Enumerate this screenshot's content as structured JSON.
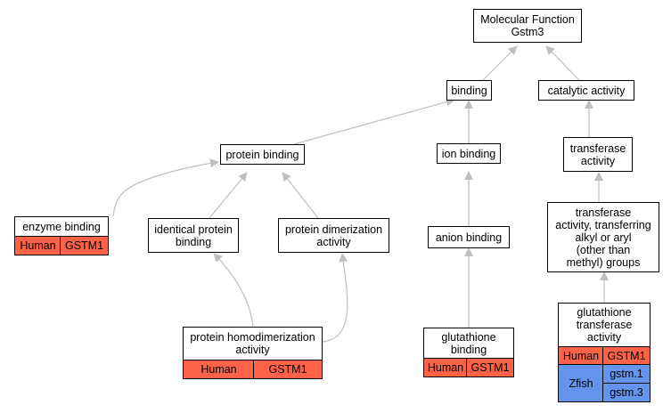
{
  "colors": {
    "edge": "#bfbfbf",
    "human": "#ff6347",
    "zfish": "#6495ed",
    "node_border": "#000000"
  },
  "nodes": {
    "root": "Molecular Function\nGstm3",
    "binding": "binding",
    "catalytic": "catalytic activity",
    "protein_binding": "protein binding",
    "ion_binding": "ion binding",
    "transferase": "transferase\nactivity",
    "transferase_alkyl": "transferase\nactivity, transferring\nalkyl or aryl\n(other than\nmethyl) groups",
    "enzyme_binding": "enzyme binding",
    "identical_protein_binding": "identical protein\nbinding",
    "protein_dimerization": "protein dimerization\nactivity",
    "anion_binding": "anion binding",
    "protein_homodimerization": "protein homodimerization\nactivity",
    "glutathione_binding": "glutathione\nbinding",
    "glutathione_transferase": "glutathione\ntransferase\nactivity"
  },
  "annotations": {
    "enzyme_binding": {
      "species": "Human",
      "genes": [
        "GSTM1"
      ]
    },
    "protein_homodimerization": {
      "species": "Human",
      "genes": [
        "GSTM1"
      ]
    },
    "glutathione_binding": {
      "species": "Human",
      "genes": [
        "GSTM1"
      ]
    },
    "glutathione_transferase_human": {
      "species": "Human",
      "genes": [
        "GSTM1"
      ]
    },
    "glutathione_transferase_zfish": {
      "species": "Zfish",
      "genes": [
        "gstm.1",
        "gstm.3"
      ]
    }
  }
}
